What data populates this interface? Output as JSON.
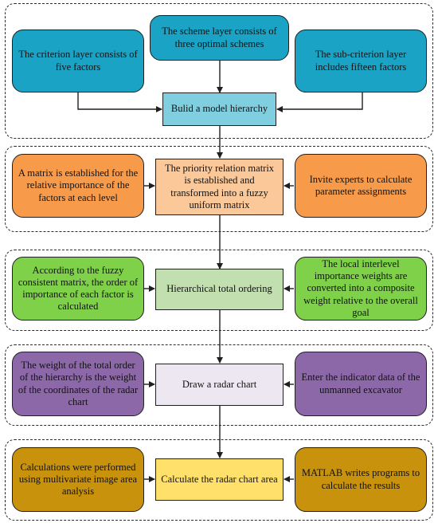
{
  "colors": {
    "teal": "#1aa3c4",
    "teal_center": "#7fcfe0",
    "orange": "#f79b4a",
    "peach": "#fbc89a",
    "green": "#7fd14a",
    "sage": "#c2dfb0",
    "purple": "#8c68a8",
    "lavender": "#ece7f1",
    "mustard": "#c8920c",
    "yellow": "#ffe06a",
    "line": "#1f1f1f"
  },
  "stages": [
    {
      "left": "The criterion layer consists of five factors",
      "top": "The scheme layer consists of three optimal schemes",
      "right": "The sub-criterion layer includes fifteen factors",
      "center": "Bulid a model hierarchy"
    },
    {
      "left": "A matrix is established for the relative importance of the factors at each level",
      "center": "The priority relation matrix is established and transformed into a fuzzy uniform matrix",
      "right": "Invite experts to calculate parameter assignments"
    },
    {
      "left": "According to the fuzzy consistent matrix, the order of importance of each factor is calculated",
      "center": "Hierarchical total ordering",
      "right": "The local interlevel importance weights are converted into a composite weight relative to the overall goal"
    },
    {
      "left": "The weight of the total order of the hierarchy is the weight of the coordinates of the radar chart",
      "center": "Draw a radar chart",
      "right": "Enter the indicator data of the unmanned excavator"
    },
    {
      "left": "Calculations were performed using multivariate image area analysis",
      "center": "Calculate the radar chart area",
      "right": "MATLAB writes programs to calculate the results"
    }
  ]
}
